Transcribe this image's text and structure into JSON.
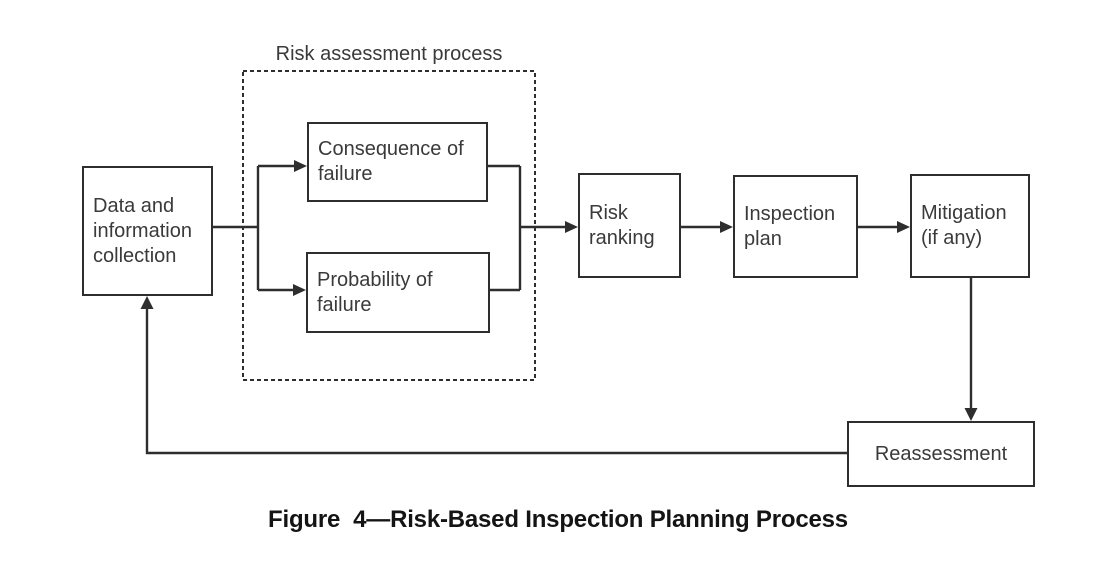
{
  "figure": {
    "caption": "Figure  4—Risk-Based Inspection Planning Process"
  },
  "diagram": {
    "group": {
      "label": "Risk assessment process",
      "style": "dashed-border"
    },
    "nodes": {
      "data_collection": {
        "label": "Data and\ninformation\ncollection"
      },
      "consequence": {
        "label": "Consequence of\nfailure"
      },
      "probability": {
        "label": "Probability of\nfailure"
      },
      "risk_ranking": {
        "label": "Risk\nranking"
      },
      "inspection_plan": {
        "label": "Inspection\nplan"
      },
      "mitigation": {
        "label": "Mitigation\n(if any)"
      },
      "reassessment": {
        "label": "Reassessment"
      }
    },
    "edges": [
      {
        "from": "data_collection",
        "to": "consequence",
        "arrow": true
      },
      {
        "from": "data_collection",
        "to": "probability",
        "arrow": true
      },
      {
        "from": "consequence",
        "to": "risk_ranking",
        "arrow": true,
        "note": "merges with probability output"
      },
      {
        "from": "probability",
        "to": "risk_ranking",
        "arrow": true,
        "note": "merges with consequence output"
      },
      {
        "from": "risk_ranking",
        "to": "inspection_plan",
        "arrow": true
      },
      {
        "from": "inspection_plan",
        "to": "mitigation",
        "arrow": true
      },
      {
        "from": "mitigation",
        "to": "reassessment",
        "arrow": true
      },
      {
        "from": "reassessment",
        "to": "data_collection",
        "arrow": true,
        "note": "feedback loop along bottom"
      }
    ],
    "colors": {
      "line": "#2e2e2e",
      "text": "#3a3a3a",
      "caption": "#141414",
      "background": "#ffffff"
    }
  }
}
